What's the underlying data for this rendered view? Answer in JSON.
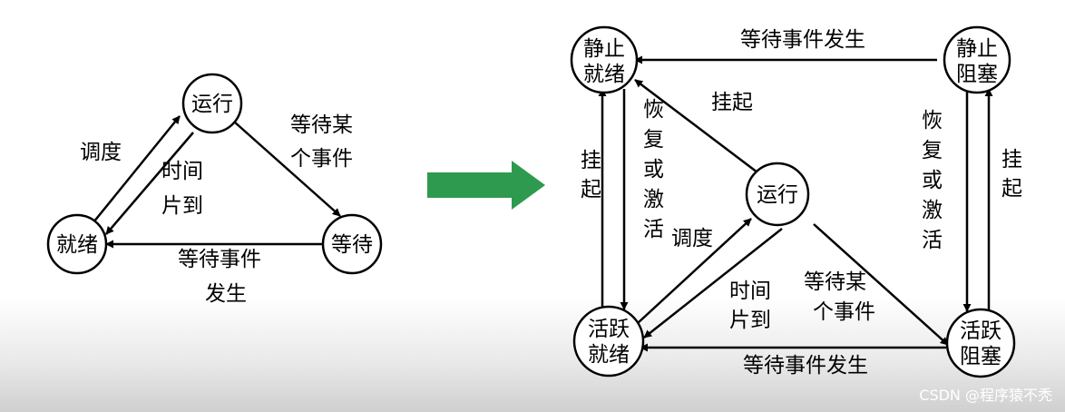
{
  "left": {
    "nodes": {
      "running": "运行",
      "ready": "就绪",
      "waiting": "等待"
    },
    "edges": {
      "schedule": "调度",
      "timeslice": [
        "时间",
        "片到"
      ],
      "wait_event": [
        "等待某",
        "个事件"
      ],
      "event_occurs": [
        "等待事件",
        "发生"
      ]
    }
  },
  "right": {
    "nodes": {
      "static_ready": [
        "静止",
        "就绪"
      ],
      "static_blocked": [
        "静止",
        "阻塞"
      ],
      "running": "运行",
      "active_ready": [
        "活跃",
        "就绪"
      ],
      "active_blocked": [
        "活跃",
        "阻塞"
      ]
    },
    "edges": {
      "top_event": "等待事件发生",
      "suspend_running": "挂起",
      "suspend_left": [
        "挂",
        "起"
      ],
      "resume_left": [
        "恢",
        "复",
        "或",
        "激",
        "活"
      ],
      "resume_right": [
        "恢",
        "复",
        "或",
        "激",
        "活"
      ],
      "suspend_right": [
        "挂",
        "起"
      ],
      "schedule": "调度",
      "timeslice": [
        "时间",
        "片到"
      ],
      "wait_event": [
        "等待某",
        "个事件"
      ],
      "bottom_event": "等待事件发生"
    }
  },
  "colors": {
    "arrow": "#2e9a4f"
  },
  "watermark": "CSDN @程序猿不秃"
}
